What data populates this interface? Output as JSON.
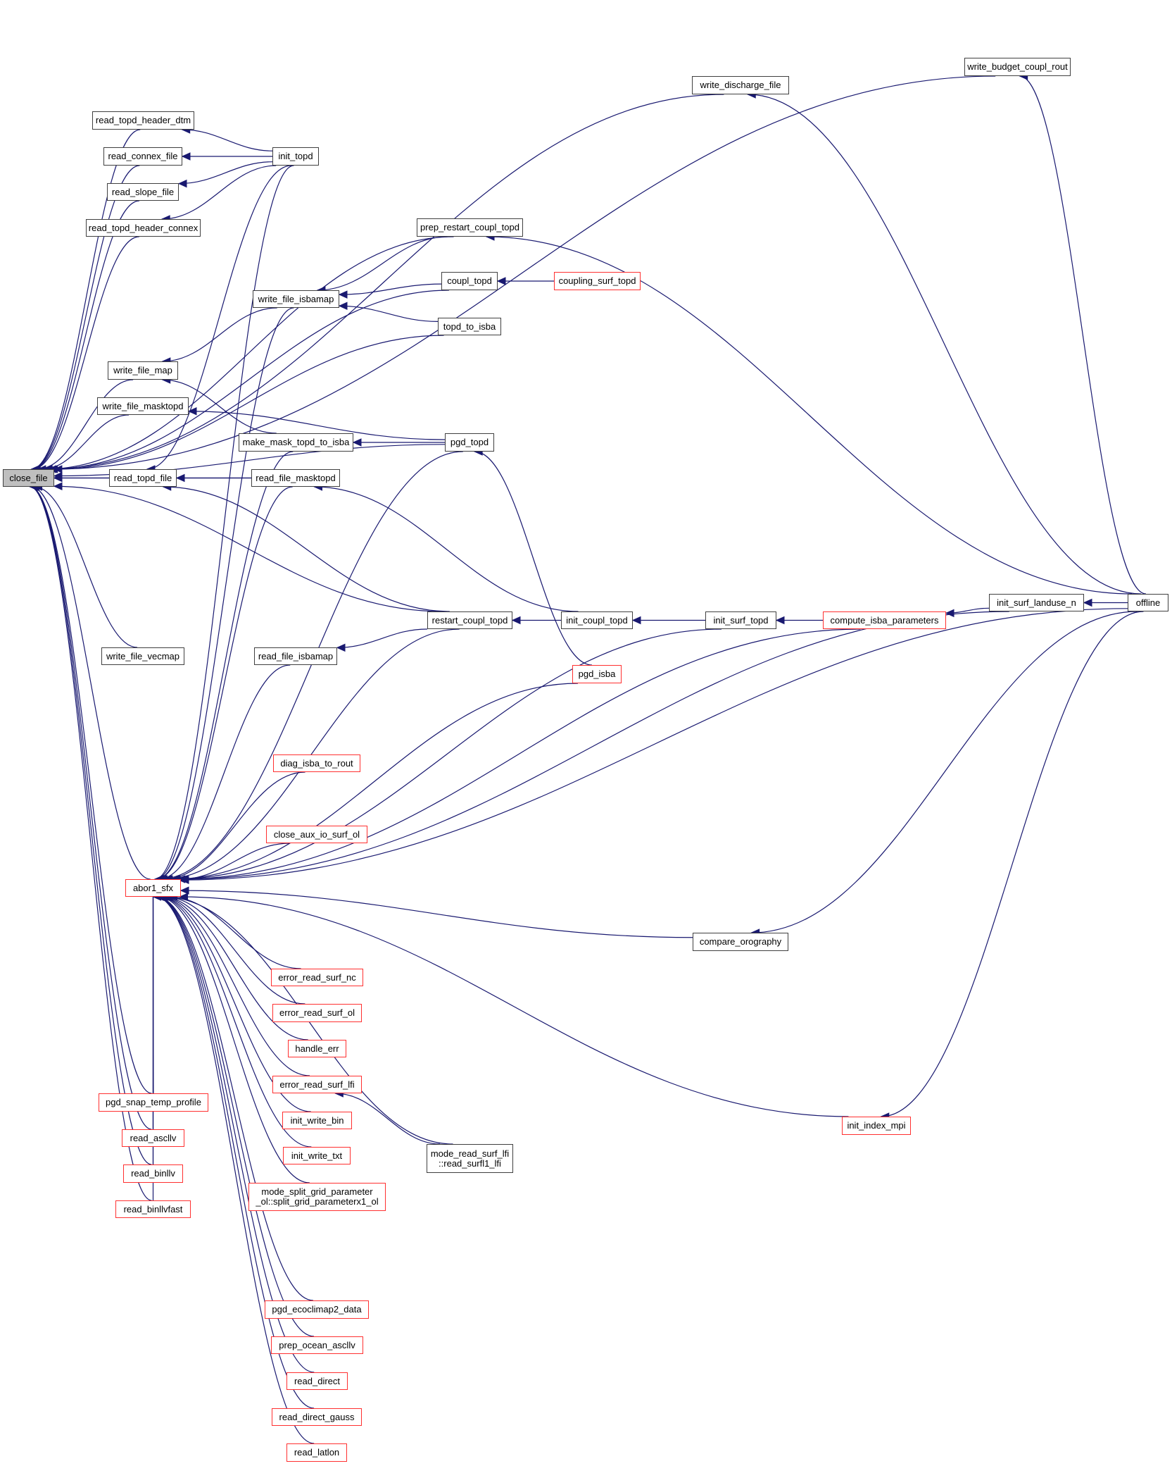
{
  "graph": {
    "title": "Caller graph of close_file",
    "edge_color": "#191970",
    "current_fill": "#bfbfbf",
    "undocumented_border": "#ff3030",
    "nodes": [
      {
        "id": "close_file",
        "label": "close_file",
        "state": "current"
      },
      {
        "id": "read_topd_header_dtm",
        "label": "read_topd_header_dtm",
        "state": "normal"
      },
      {
        "id": "read_connex_file",
        "label": "read_connex_file",
        "state": "normal"
      },
      {
        "id": "read_slope_file",
        "label": "read_slope_file",
        "state": "normal"
      },
      {
        "id": "read_topd_header_connex",
        "label": "read_topd_header_connex",
        "state": "normal"
      },
      {
        "id": "init_topd",
        "label": "init_topd",
        "state": "normal"
      },
      {
        "id": "write_file_isbamap",
        "label": "write_file_isbamap",
        "state": "normal"
      },
      {
        "id": "write_file_map",
        "label": "write_file_map",
        "state": "normal"
      },
      {
        "id": "write_file_masktopd",
        "label": "write_file_masktopd",
        "state": "normal"
      },
      {
        "id": "make_mask_topd_to_isba",
        "label": "make_mask_topd_to_isba",
        "state": "normal"
      },
      {
        "id": "read_topd_file",
        "label": "read_topd_file",
        "state": "normal"
      },
      {
        "id": "read_file_masktopd",
        "label": "read_file_masktopd",
        "state": "normal"
      },
      {
        "id": "write_file_vecmap",
        "label": "write_file_vecmap",
        "state": "normal"
      },
      {
        "id": "read_file_isbamap",
        "label": "read_file_isbamap",
        "state": "normal"
      },
      {
        "id": "prep_restart_coupl_topd",
        "label": "prep_restart_coupl_topd",
        "state": "normal"
      },
      {
        "id": "coupl_topd",
        "label": "coupl_topd",
        "state": "normal"
      },
      {
        "id": "coupling_surf_topd",
        "label": "coupling_surf_topd",
        "state": "red"
      },
      {
        "id": "topd_to_isba",
        "label": "topd_to_isba",
        "state": "normal"
      },
      {
        "id": "write_discharge_file",
        "label": "write_discharge_file",
        "state": "normal"
      },
      {
        "id": "write_budget_coupl_rout",
        "label": "write_budget_coupl_rout",
        "state": "normal"
      },
      {
        "id": "pgd_topd",
        "label": "pgd_topd",
        "state": "normal"
      },
      {
        "id": "restart_coupl_topd",
        "label": "restart_coupl_topd",
        "state": "normal"
      },
      {
        "id": "init_coupl_topd",
        "label": "init_coupl_topd",
        "state": "normal"
      },
      {
        "id": "init_surf_topd",
        "label": "init_surf_topd",
        "state": "normal"
      },
      {
        "id": "pgd_isba",
        "label": "pgd_isba",
        "state": "red"
      },
      {
        "id": "compute_isba_parameters",
        "label": "compute_isba_parameters",
        "state": "red"
      },
      {
        "id": "init_surf_landuse_n",
        "label": "init_surf_landuse_n",
        "state": "normal"
      },
      {
        "id": "offline",
        "label": "offline",
        "state": "normal"
      },
      {
        "id": "abor1_sfx",
        "label": "abor1_sfx",
        "state": "red"
      },
      {
        "id": "diag_isba_to_rout",
        "label": "diag_isba_to_rout",
        "state": "red"
      },
      {
        "id": "close_aux_io_surf_ol",
        "label": "close_aux_io_surf_ol",
        "state": "red"
      },
      {
        "id": "compare_orography",
        "label": "compare_orography",
        "state": "normal"
      },
      {
        "id": "error_read_surf_nc",
        "label": "error_read_surf_nc",
        "state": "red"
      },
      {
        "id": "error_read_surf_ol",
        "label": "error_read_surf_ol",
        "state": "red"
      },
      {
        "id": "handle_err",
        "label": "handle_err",
        "state": "red"
      },
      {
        "id": "error_read_surf_lfi",
        "label": "error_read_surf_lfi",
        "state": "red"
      },
      {
        "id": "pgd_snap_temp_profile",
        "label": "pgd_snap_temp_profile",
        "state": "red"
      },
      {
        "id": "init_write_bin",
        "label": "init_write_bin",
        "state": "red"
      },
      {
        "id": "read_ascllv",
        "label": "read_ascllv",
        "state": "red"
      },
      {
        "id": "init_write_txt",
        "label": "init_write_txt",
        "state": "red"
      },
      {
        "id": "read_binllv",
        "label": "read_binllv",
        "state": "red"
      },
      {
        "id": "mode_split_grid_parameter",
        "label": "mode_split_grid_parameter\n_ol::split_grid_parameterx1_ol",
        "state": "red"
      },
      {
        "id": "read_binllvfast",
        "label": "read_binllvfast",
        "state": "red"
      },
      {
        "id": "mode_read_surf_lfi",
        "label": "mode_read_surf_lfi\n::read_surfl1_lfi",
        "state": "normal"
      },
      {
        "id": "init_index_mpi",
        "label": "init_index_mpi",
        "state": "red"
      },
      {
        "id": "pgd_ecoclimap2_data",
        "label": "pgd_ecoclimap2_data",
        "state": "red"
      },
      {
        "id": "prep_ocean_ascllv",
        "label": "prep_ocean_ascllv",
        "state": "red"
      },
      {
        "id": "read_direct",
        "label": "read_direct",
        "state": "red"
      },
      {
        "id": "read_direct_gauss",
        "label": "read_direct_gauss",
        "state": "red"
      },
      {
        "id": "read_latlon",
        "label": "read_latlon",
        "state": "red"
      }
    ],
    "edges": [
      [
        "read_topd_header_dtm",
        "close_file"
      ],
      [
        "read_connex_file",
        "close_file"
      ],
      [
        "read_slope_file",
        "close_file"
      ],
      [
        "read_topd_header_connex",
        "close_file"
      ],
      [
        "write_file_map",
        "close_file"
      ],
      [
        "write_file_masktopd",
        "close_file"
      ],
      [
        "read_topd_file",
        "close_file"
      ],
      [
        "read_file_masktopd",
        "close_file"
      ],
      [
        "write_file_vecmap",
        "close_file"
      ],
      [
        "abor1_sfx",
        "close_file"
      ],
      [
        "pgd_snap_temp_profile",
        "close_file"
      ],
      [
        "read_ascllv",
        "close_file"
      ],
      [
        "read_binllv",
        "close_file"
      ],
      [
        "read_binllvfast",
        "close_file"
      ],
      [
        "write_budget_coupl_rout",
        "close_file"
      ],
      [
        "write_discharge_file",
        "close_file"
      ],
      [
        "prep_restart_coupl_topd",
        "close_file"
      ],
      [
        "coupl_topd",
        "close_file"
      ],
      [
        "topd_to_isba",
        "close_file"
      ],
      [
        "pgd_topd",
        "close_file"
      ],
      [
        "restart_coupl_topd",
        "close_file"
      ],
      [
        "init_topd",
        "read_topd_header_dtm"
      ],
      [
        "init_topd",
        "read_connex_file"
      ],
      [
        "init_topd",
        "read_slope_file"
      ],
      [
        "init_topd",
        "read_topd_header_connex"
      ],
      [
        "write_file_isbamap",
        "write_file_map"
      ],
      [
        "make_mask_topd_to_isba",
        "write_file_map"
      ],
      [
        "pgd_topd",
        "write_file_masktopd"
      ],
      [
        "read_file_masktopd",
        "read_topd_file"
      ],
      [
        "init_topd",
        "read_topd_file"
      ],
      [
        "restart_coupl_topd",
        "read_topd_file"
      ],
      [
        "prep_restart_coupl_topd",
        "write_file_isbamap"
      ],
      [
        "coupl_topd",
        "write_file_isbamap"
      ],
      [
        "topd_to_isba",
        "write_file_isbamap"
      ],
      [
        "pgd_topd",
        "make_mask_topd_to_isba"
      ],
      [
        "init_coupl_topd",
        "read_file_masktopd"
      ],
      [
        "restart_coupl_topd",
        "read_file_isbamap"
      ],
      [
        "coupling_surf_topd",
        "coupl_topd"
      ],
      [
        "offline",
        "prep_restart_coupl_topd"
      ],
      [
        "offline",
        "write_discharge_file"
      ],
      [
        "offline",
        "write_budget_coupl_rout"
      ],
      [
        "pgd_isba",
        "pgd_topd"
      ],
      [
        "init_coupl_topd",
        "restart_coupl_topd"
      ],
      [
        "init_surf_topd",
        "init_coupl_topd"
      ],
      [
        "compute_isba_parameters",
        "init_surf_topd"
      ],
      [
        "init_surf_landuse_n",
        "compute_isba_parameters"
      ],
      [
        "offline",
        "init_surf_landuse_n"
      ],
      [
        "offline",
        "compare_orography"
      ],
      [
        "offline",
        "init_index_mpi"
      ],
      [
        "mode_read_surf_lfi",
        "error_read_surf_lfi"
      ],
      [
        "init_topd",
        "abor1_sfx"
      ],
      [
        "write_file_isbamap",
        "abor1_sfx"
      ],
      [
        "make_mask_topd_to_isba",
        "abor1_sfx"
      ],
      [
        "read_file_masktopd",
        "abor1_sfx"
      ],
      [
        "pgd_topd",
        "abor1_sfx"
      ],
      [
        "read_file_isbamap",
        "abor1_sfx"
      ],
      [
        "restart_coupl_topd",
        "abor1_sfx"
      ],
      [
        "pgd_isba",
        "abor1_sfx"
      ],
      [
        "init_surf_topd",
        "abor1_sfx"
      ],
      [
        "init_surf_landuse_n",
        "abor1_sfx"
      ],
      [
        "diag_isba_to_rout",
        "abor1_sfx"
      ],
      [
        "close_aux_io_surf_ol",
        "abor1_sfx"
      ],
      [
        "compute_isba_parameters",
        "abor1_sfx"
      ],
      [
        "offline",
        "abor1_sfx"
      ],
      [
        "compare_orography",
        "abor1_sfx"
      ],
      [
        "error_read_surf_nc",
        "abor1_sfx"
      ],
      [
        "error_read_surf_ol",
        "abor1_sfx"
      ],
      [
        "handle_err",
        "abor1_sfx"
      ],
      [
        "error_read_surf_lfi",
        "abor1_sfx"
      ],
      [
        "init_write_bin",
        "abor1_sfx"
      ],
      [
        "init_write_txt",
        "abor1_sfx"
      ],
      [
        "mode_split_grid_parameter",
        "abor1_sfx"
      ],
      [
        "mode_read_surf_lfi",
        "abor1_sfx"
      ],
      [
        "init_index_mpi",
        "abor1_sfx"
      ],
      [
        "pgd_ecoclimap2_data",
        "abor1_sfx"
      ],
      [
        "prep_ocean_ascllv",
        "abor1_sfx"
      ],
      [
        "read_direct",
        "abor1_sfx"
      ],
      [
        "read_direct_gauss",
        "abor1_sfx"
      ],
      [
        "read_latlon",
        "abor1_sfx"
      ],
      [
        "pgd_snap_temp_profile",
        "abor1_sfx"
      ],
      [
        "read_ascllv",
        "abor1_sfx"
      ],
      [
        "read_binllv",
        "abor1_sfx"
      ],
      [
        "read_binllvfast",
        "abor1_sfx"
      ]
    ]
  }
}
